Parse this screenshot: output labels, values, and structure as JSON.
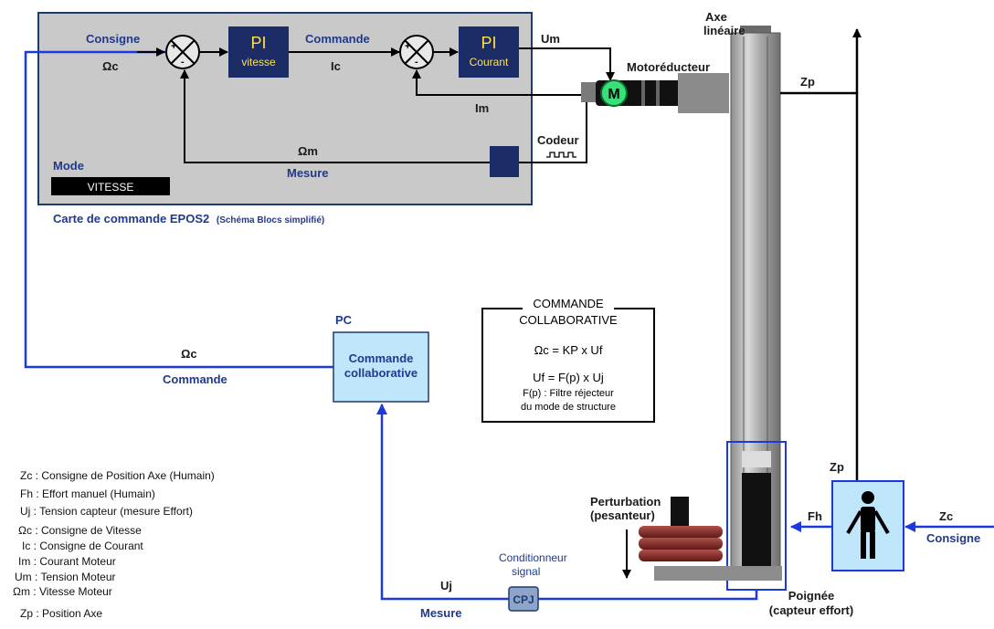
{
  "epos": {
    "consigne_label": "Consigne",
    "omega_c": "Ωc",
    "pi_vitesse_top": "PI",
    "pi_vitesse_bottom": "vitesse",
    "commande_label": "Commande",
    "ic": "Ic",
    "pi_courant_top": "PI",
    "pi_courant_bottom": "Courant",
    "um": "Um",
    "im": "Im",
    "omega_m": "Ωm",
    "mesure_label": "Mesure",
    "mode_label": "Mode",
    "mode_value": "VITESSE",
    "plus_sign": "+",
    "minus_sign": "-",
    "caption_main": "Carte de commande EPOS2",
    "caption_sub": "(Schéma Blocs simplifié)"
  },
  "mechanics": {
    "motor_symbol": "M",
    "motoreducteur": "Motoréducteur",
    "codeur": "Codeur",
    "codeur_wave": "ᴨᴨᴨ",
    "axe_line1": "Axe",
    "axe_line2": "linéaire",
    "zp_top": "Zp",
    "zp_human": "Zp",
    "perturbation_line1": "Perturbation",
    "perturbation_line2": "(pesanteur)",
    "poignee_line1": "Poignée",
    "poignee_line2": "(capteur effort)",
    "fh": "Fh",
    "zc": "Zc",
    "consigne_right": "Consigne"
  },
  "pc": {
    "pc_label": "PC",
    "block_line1": "Commande",
    "block_line2": "collaborative",
    "omega_c": "Ωc",
    "commande_label": "Commande"
  },
  "sensor": {
    "conditionneur_line1": "Conditionneur",
    "conditionneur_line2": "signal",
    "cpj": "CPJ",
    "uj": "Uj",
    "mesure_label": "Mesure"
  },
  "collab": {
    "title_line1": "COMMANDE",
    "title_line2": "COLLABORATIVE",
    "eq1": "Ωc = KP x Uf",
    "eq2": "Uf = F(p) x Uj",
    "note1": "F(p) : Filtre réjecteur",
    "note2": "du mode de structure"
  },
  "legend": [
    {
      "sym": "Zc",
      "text": "Consigne de Position Axe (Humain)"
    },
    {
      "sym": "Fh",
      "text": "Effort manuel (Humain)"
    },
    {
      "sym": "Uj",
      "text": "Tension capteur (mesure Effort)"
    },
    {
      "sym": "Ωc",
      "text": "Consigne de Vitesse"
    },
    {
      "sym": "Ic",
      "text": "Consigne de Courant"
    },
    {
      "sym": "Im",
      "text": "Courant Moteur"
    },
    {
      "sym": "Um",
      "text": "Tension Moteur"
    },
    {
      "sym": "Ωm",
      "text": "Vitesse Moteur"
    },
    {
      "sym": "Zp",
      "text": "Position Axe"
    }
  ],
  "colors": {
    "board_bg": "#c9c9c9",
    "board_border": "#1f3a6e",
    "dark_block": "#1c2c66",
    "yellow_text": "#ffe14d",
    "blue_wire": "#1a3ae0",
    "pc_fill": "#bfe6fb",
    "motor_green": "#39e07a"
  }
}
